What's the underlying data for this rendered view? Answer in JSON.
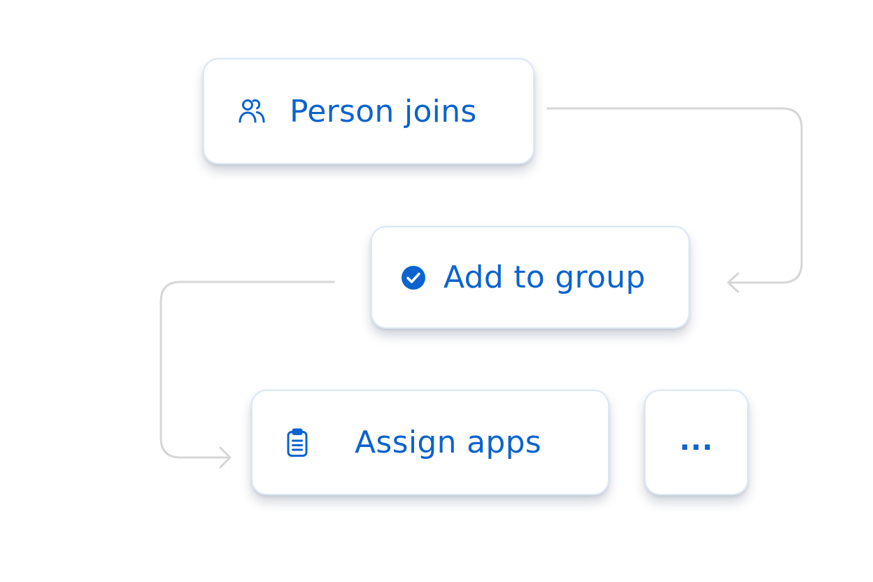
{
  "flow": {
    "steps": [
      {
        "label": "Person joins",
        "icon": "people-icon"
      },
      {
        "label": "Add to group",
        "icon": "check-circle-icon"
      },
      {
        "label": "Assign apps",
        "icon": "clipboard-icon"
      }
    ],
    "more_label": "..."
  },
  "colors": {
    "accent": "#0b63ce",
    "connector": "#d6d6d6",
    "node_border": "#dbe7f7",
    "background": "#ffffff"
  }
}
